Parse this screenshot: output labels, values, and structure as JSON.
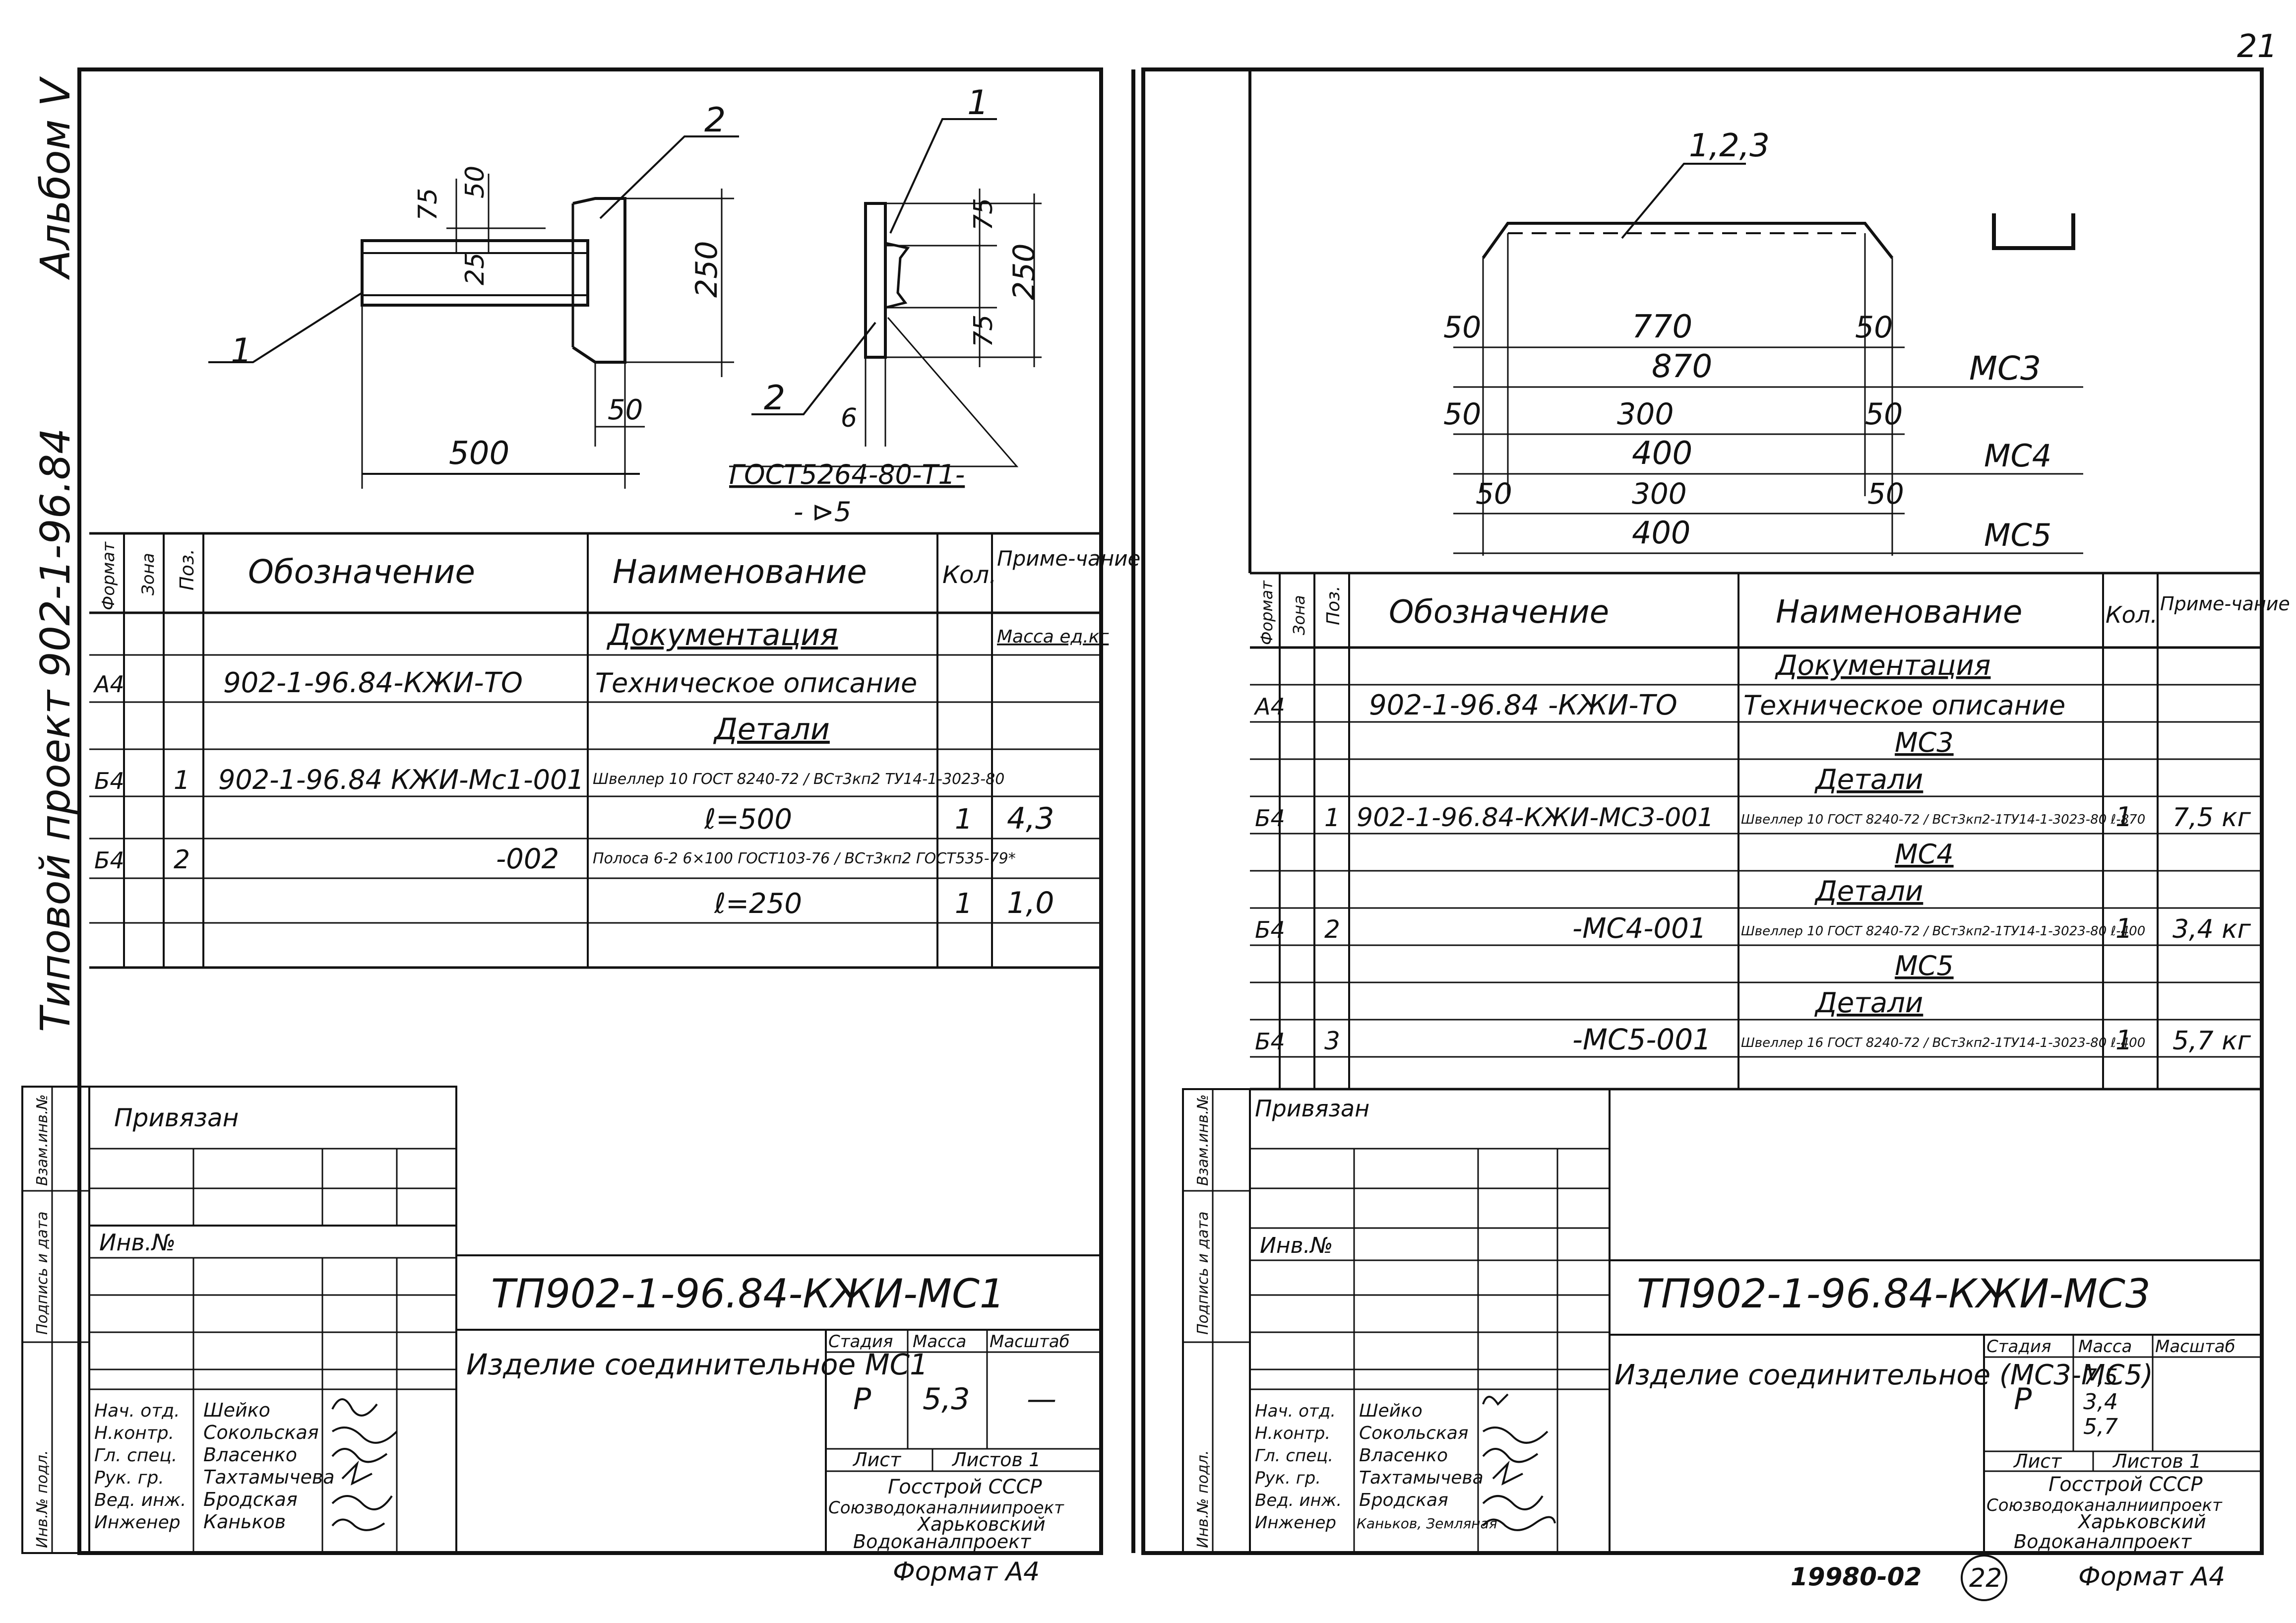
{
  "page_number": "21",
  "album": "Альбом V",
  "project_side": "Типовой проект 902-1-96.84",
  "left_sheet": {
    "drawing": {
      "labels": {
        "p1": "1",
        "p2": "2",
        "p1b": "1",
        "p2b": "2"
      },
      "dims": {
        "d75a": "75",
        "d50a": "50",
        "d25": "25",
        "d250a": "250",
        "d500": "500",
        "d50b": "50",
        "d75b": "75",
        "d75c": "75",
        "d250b": "250",
        "d6": "6"
      },
      "weld": "ГОСТ5264-80-Т1-",
      "weld2": "- ⊳5"
    },
    "spec": {
      "headers": {
        "format": "Формат",
        "zone": "Зона",
        "pos": "Поз.",
        "designation": "Обозначение",
        "name": "Наименование",
        "qty": "Кол.",
        "note": "Приме-чание"
      },
      "rows": [
        {
          "format": "",
          "pos": "",
          "designation": "",
          "name": "Документация",
          "qty": "",
          "note": "Масса ед.кг"
        },
        {
          "format": "А4",
          "pos": "",
          "designation": "902-1-96.84-КЖИ-ТО",
          "name": "Техническое описание",
          "qty": "",
          "note": ""
        },
        {
          "format": "",
          "pos": "",
          "designation": "",
          "name": "Детали",
          "qty": "",
          "note": ""
        },
        {
          "format": "Б4",
          "pos": "1",
          "designation": "902-1-96.84 КЖИ-Мс1-001",
          "name": "Швеллер 10 ГОСТ 8240-72 / ВСт3кп2 ТУ14-1-3023-80",
          "qty": "",
          "note": ""
        },
        {
          "format": "",
          "pos": "",
          "designation": "",
          "name": "ℓ=500",
          "qty": "1",
          "note": "4,3"
        },
        {
          "format": "Б4",
          "pos": "2",
          "designation": "-002",
          "name": "Полоса 6-2 6×100 ГОСТ103-76 / ВСт3кп2 ГОСТ535-79*",
          "qty": "",
          "note": ""
        },
        {
          "format": "",
          "pos": "",
          "designation": "",
          "name": "ℓ=250",
          "qty": "1",
          "note": "1,0"
        }
      ]
    },
    "stamp": {
      "privyazan": "Привязан",
      "inv": "Инв.№",
      "side_labels": [
        "Взам.инв.№",
        "Подпись и дата",
        "Инв.№ подл."
      ],
      "code": "ТП902-1-96.84-КЖИ-МС1",
      "title": "Изделие соединительное МС1",
      "stage_label": "Стадия",
      "mass_label": "Масса",
      "scale_label": "Масштаб",
      "stage": "Р",
      "mass": "5,3",
      "scale": "—",
      "sheet_label": "Лист",
      "sheets_label": "Листов 1",
      "org": [
        "Госстрой СССР",
        "Союзводоканалниипроект",
        "Харьковский",
        "Водоканалпроект"
      ],
      "people": [
        {
          "role": "Нач. отд.",
          "name": "Шейко"
        },
        {
          "role": "Н.контр.",
          "name": "Сокольская"
        },
        {
          "role": "Гл. спец.",
          "name": "Власенко"
        },
        {
          "role": "Рук. гр.",
          "name": "Тахтамычева"
        },
        {
          "role": "Вед. инж.",
          "name": "Бродская"
        },
        {
          "role": "Инженер",
          "name": "Каньков"
        }
      ],
      "format": "Формат А4"
    }
  },
  "right_sheet": {
    "drawing": {
      "label": "1,2,3",
      "rows": [
        {
          "d1": "50",
          "d2": "770",
          "d3": "50",
          "total": "870",
          "mark": "МС3"
        },
        {
          "d1": "50",
          "d2": "300",
          "d3": "50",
          "total": "400",
          "mark": "МС4"
        },
        {
          "d1": "50",
          "d2": "300",
          "d3": "50",
          "total": "400",
          "mark": "МС5"
        }
      ]
    },
    "spec": {
      "headers": {
        "format": "Формат",
        "zone": "Зона",
        "pos": "Поз.",
        "designation": "Обозначение",
        "name": "Наименование",
        "qty": "Кол.",
        "note": "Приме-чание"
      },
      "rows": [
        {
          "format": "",
          "pos": "",
          "designation": "",
          "name": "Документация",
          "qty": "",
          "note": ""
        },
        {
          "format": "А4",
          "pos": "",
          "designation": "902-1-96.84 -КЖИ-ТО",
          "name": "Техническое описание",
          "qty": "",
          "note": ""
        },
        {
          "format": "",
          "pos": "",
          "designation": "",
          "name": "МС3",
          "qty": "",
          "note": ""
        },
        {
          "format": "",
          "pos": "",
          "designation": "",
          "name": "Детали",
          "qty": "",
          "note": ""
        },
        {
          "format": "Б4",
          "pos": "1",
          "designation": "902-1-96.84-КЖИ-МС3-001",
          "name": "Швеллер 10 ГОСТ 8240-72 / ВСт3кп2-1ТУ14-1-3023-80 ℓ-870",
          "qty": "1",
          "note": "7,5 кг"
        },
        {
          "format": "",
          "pos": "",
          "designation": "",
          "name": "МС4",
          "qty": "",
          "note": ""
        },
        {
          "format": "",
          "pos": "",
          "designation": "",
          "name": "Детали",
          "qty": "",
          "note": ""
        },
        {
          "format": "Б4",
          "pos": "2",
          "designation": "-МС4-001",
          "name": "Швеллер 10 ГОСТ 8240-72 / ВСт3кп2-1ТУ14-1-3023-80 ℓ-400",
          "qty": "1",
          "note": "3,4 кг"
        },
        {
          "format": "",
          "pos": "",
          "designation": "",
          "name": "МС5",
          "qty": "",
          "note": ""
        },
        {
          "format": "",
          "pos": "",
          "designation": "",
          "name": "Детали",
          "qty": "",
          "note": ""
        },
        {
          "format": "Б4",
          "pos": "3",
          "designation": "-МС5-001",
          "name": "Швеллер 16 ГОСТ 8240-72 / ВСт3кп2-1ТУ14-1-3023-80 ℓ-400",
          "qty": "1",
          "note": "5,7 кг"
        }
      ]
    },
    "stamp": {
      "privyazan": "Привязан",
      "inv": "Инв.№",
      "side_labels": [
        "Взам.инв.№",
        "Подпись и дата",
        "Инв.№ подл."
      ],
      "code": "ТП902-1-96.84-КЖИ-МС3",
      "title": "Изделие соединительное (МС3-МС5)",
      "stage_label": "Стадия",
      "mass_label": "Масса",
      "scale_label": "Масштаб",
      "stage": "Р",
      "mass": [
        "7,5",
        "3,4",
        "5,7"
      ],
      "sheet_label": "Лист",
      "sheets_label": "Листов 1",
      "org": [
        "Госстрой СССР",
        "Союзводоканалниипроект",
        "Харьковский",
        "Водоканалпроект"
      ],
      "people": [
        {
          "role": "Нач. отд.",
          "name": "Шейко"
        },
        {
          "role": "Н.контр.",
          "name": "Сокольская"
        },
        {
          "role": "Гл. спец.",
          "name": "Власенко"
        },
        {
          "role": "Рук. гр.",
          "name": "Тахтамычева"
        },
        {
          "role": "Вед. инж.",
          "name": "Бродская"
        },
        {
          "role": "Инженер",
          "name": "Каньков, Земляная"
        }
      ],
      "footer_code": "19980-02",
      "footer_page": "22",
      "format": "Формат А4"
    }
  }
}
